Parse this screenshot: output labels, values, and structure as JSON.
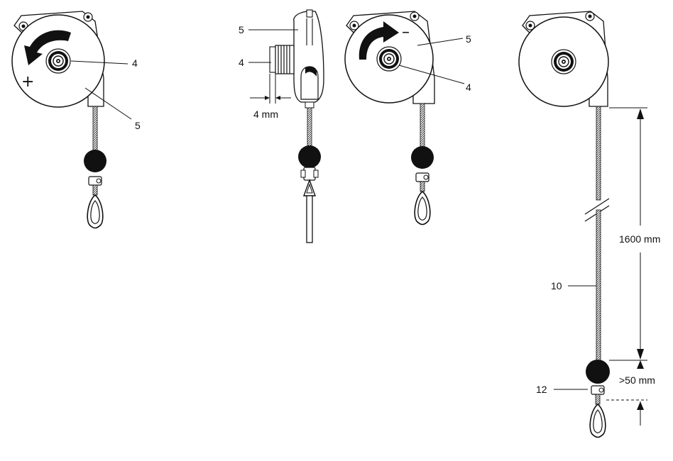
{
  "figures": [
    {
      "id": "fig-1",
      "callouts": [
        "4",
        "5"
      ],
      "rotation_symbol": "+"
    },
    {
      "id": "fig-2-side",
      "callouts": [
        "5",
        "4"
      ],
      "dimension": "4 mm"
    },
    {
      "id": "fig-3",
      "callouts": [
        "5",
        "4"
      ],
      "rotation_symbol": "–"
    },
    {
      "id": "fig-4",
      "callouts": [
        "10",
        "12"
      ],
      "dimensions": [
        "1600 mm",
        ">50 mm"
      ]
    }
  ],
  "colors": {
    "line": "#111111",
    "fill": "#ffffff",
    "ball": "#111111"
  }
}
